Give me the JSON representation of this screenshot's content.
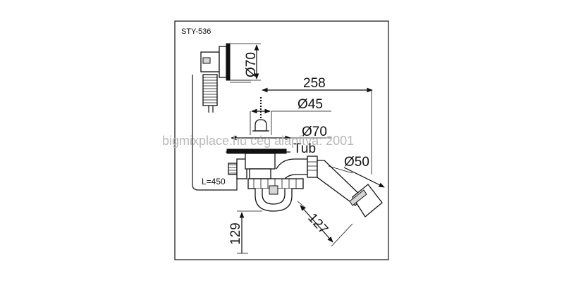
{
  "diagram": {
    "code": "STY-536",
    "dimensions": {
      "d70_top": "Ø70",
      "len_258": "258",
      "d45": "Ø45",
      "d70_mid": "Ø70",
      "tub": "Tub",
      "d50": "Ø50",
      "len_127": "127",
      "len_129": "129",
      "hose": "L=450"
    },
    "watermark": "bigmixplace.hu    cég alapítva: 2001"
  }
}
